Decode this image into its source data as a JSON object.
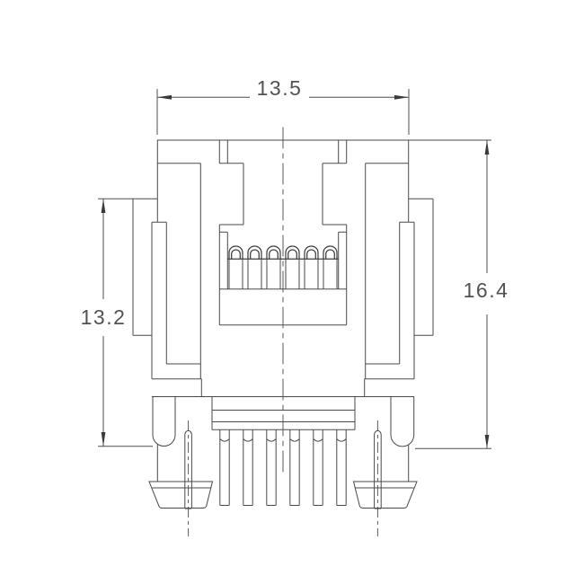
{
  "drawing": {
    "type": "technical-dimension-drawing",
    "view": "connector front view",
    "dimensions": {
      "top": {
        "label": "13.5"
      },
      "right": {
        "label": "16.4"
      },
      "left": {
        "label": "13.2"
      }
    },
    "colors": {
      "background": "#ffffff",
      "line": "#4a4a4a",
      "text": "#525252"
    },
    "counts": {
      "contact_domes": 6,
      "solder_pins": 6,
      "mounting_posts": 2,
      "top_notches": 2
    }
  }
}
